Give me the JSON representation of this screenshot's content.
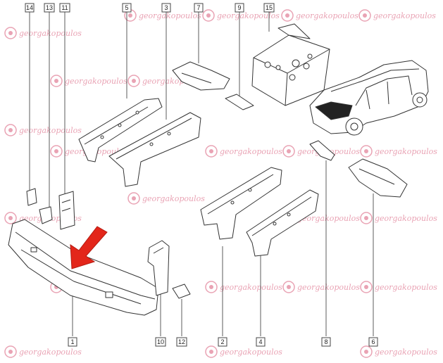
{
  "diagram": {
    "part_numbers": [
      "1",
      "2",
      "3",
      "4",
      "5",
      "6",
      "7",
      "8",
      "9",
      "10",
      "11",
      "12",
      "13",
      "14",
      "15"
    ],
    "watermark_text": "georgakopoulos",
    "colors": {
      "line": "#333333",
      "arrow": "#e3261a",
      "watermark": "#e9a3b4",
      "label_border": "#444444"
    },
    "icons": {
      "pointer": "red-arrow-icon",
      "watermark": "rose-logo-icon"
    }
  }
}
